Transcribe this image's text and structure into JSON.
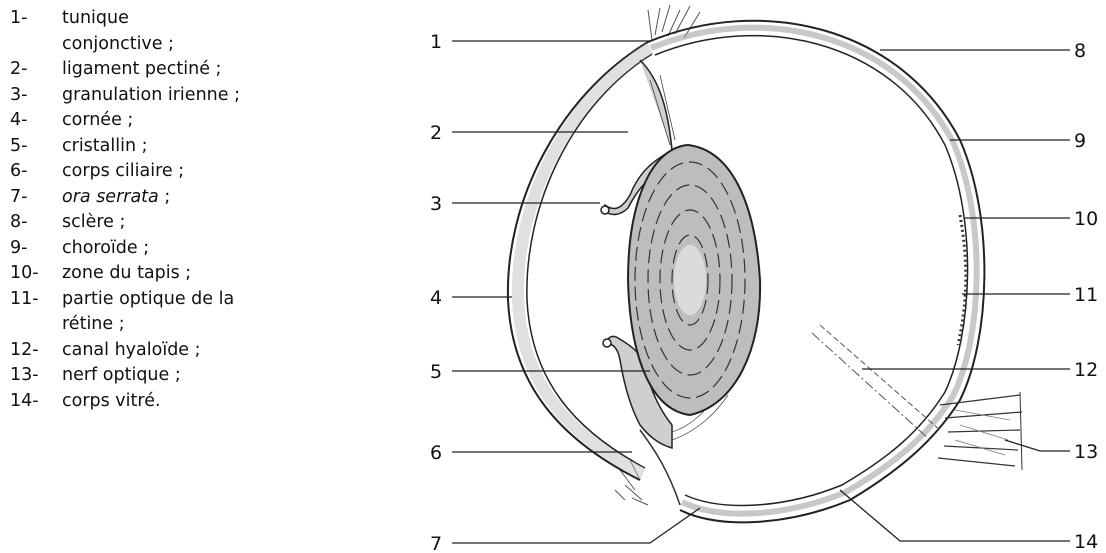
{
  "legend": [
    {
      "num": "1-",
      "lines": [
        "tunique",
        "conjonctive ;"
      ]
    },
    {
      "num": "2-",
      "lines": [
        "ligament pectiné ;"
      ]
    },
    {
      "num": "3-",
      "lines": [
        "granulation irienne ;"
      ]
    },
    {
      "num": "4-",
      "lines": [
        "cornée ;"
      ]
    },
    {
      "num": "5-",
      "lines": [
        "cristallin ;"
      ]
    },
    {
      "num": "6-",
      "lines": [
        "corps ciliaire ;"
      ]
    },
    {
      "num": "7-",
      "lines": [
        "ora serrata ;"
      ],
      "italic_part": "ora serrata"
    },
    {
      "num": "8-",
      "lines": [
        "sclère ;"
      ]
    },
    {
      "num": "9-",
      "lines": [
        "choroïde ;"
      ]
    },
    {
      "num": "10-",
      "lines": [
        "zone du tapis ;"
      ]
    },
    {
      "num": "11-",
      "lines": [
        "partie optique de la",
        "rétine ;"
      ]
    },
    {
      "num": "12-",
      "lines": [
        "canal hyaloïde ;"
      ]
    },
    {
      "num": "13-",
      "lines": [
        "nerf optique ;"
      ]
    },
    {
      "num": "14-",
      "lines": [
        "corps vitré."
      ]
    }
  ],
  "callouts": [
    "1",
    "2",
    "3",
    "4",
    "5",
    "6",
    "7",
    "8",
    "9",
    "10",
    "11",
    "12",
    "13",
    "14"
  ]
}
